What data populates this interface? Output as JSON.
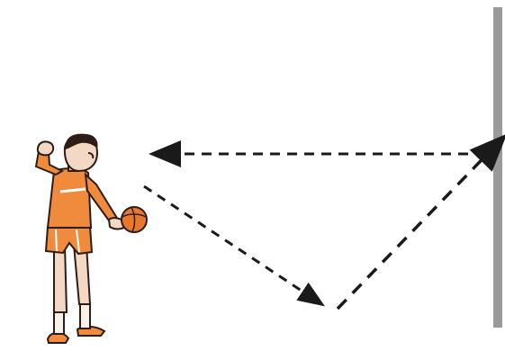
{
  "colors": {
    "background": "#ffffff",
    "wall": "#9a9a9a",
    "arrow": "#1a1a1a",
    "uniform": "#f08a3c",
    "ball": "#e9782f",
    "skin": "#f3d8c3",
    "outline": "#2d1d16"
  },
  "diagram": {
    "elements": [
      "wall",
      "player",
      "ball",
      "path-to-floor",
      "path-to-wall",
      "path-back-to-player"
    ],
    "line_style": "dashed"
  }
}
